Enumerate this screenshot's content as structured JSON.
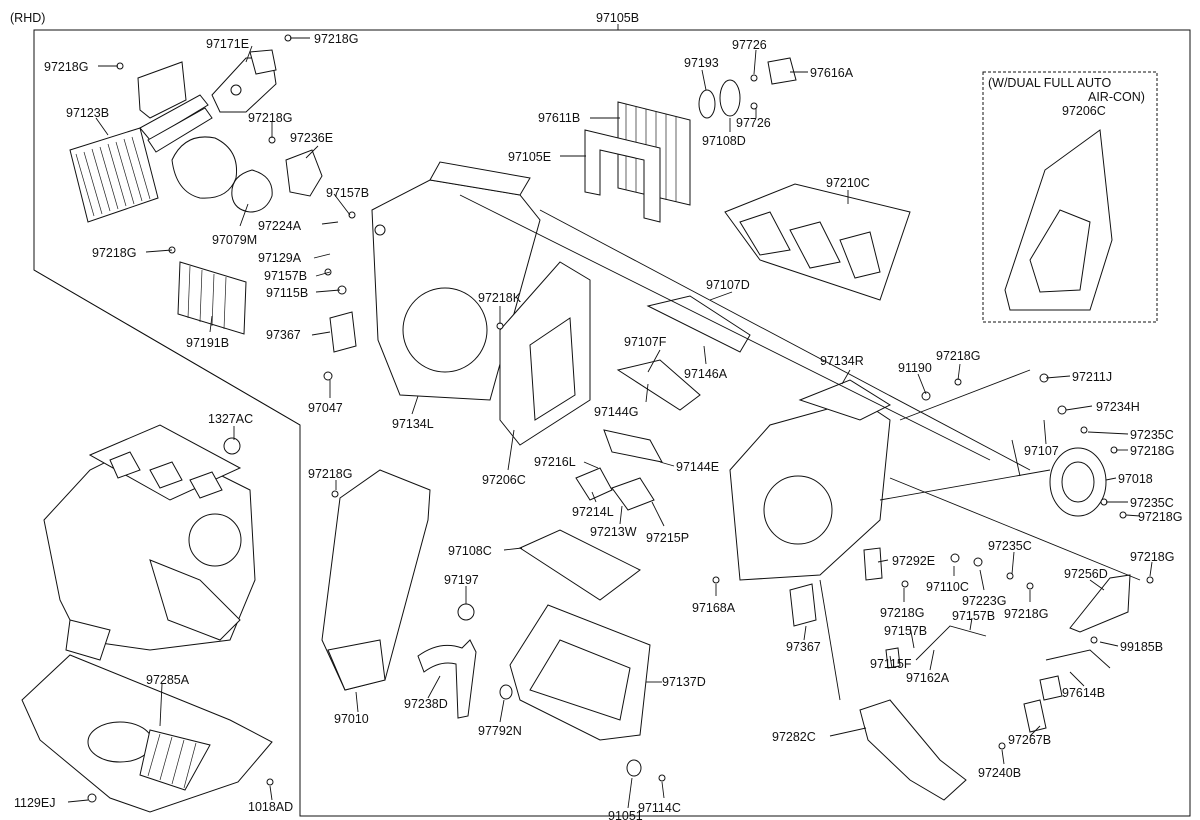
{
  "header": {
    "variant": "(RHD)",
    "assembly": "97105B"
  },
  "inset": {
    "title_line1": "(W/DUAL FULL AUTO",
    "title_line2": "AIR-CON)",
    "part": "97206C"
  },
  "labels": [
    "97171E",
    "97218G",
    "97218G",
    "97123B",
    "97218G",
    "97236E",
    "97157B",
    "97224A",
    "97079M",
    "97218G",
    "97129A",
    "97157B",
    "97115B",
    "97191B",
    "97367",
    "97047",
    "97134L",
    "97193",
    "97726",
    "97616A",
    "97611B",
    "97726",
    "97108D",
    "97105E",
    "97210C",
    "97218K",
    "97107D",
    "97107F",
    "97146A",
    "97144G",
    "97134R",
    "91190",
    "97218G",
    "97211J",
    "97234H",
    "97235C",
    "97218G",
    "97107",
    "97018",
    "97235C",
    "97218G",
    "97206C",
    "97216L",
    "97144E",
    "97214L",
    "97213W",
    "97215P",
    "1327AC",
    "97218G",
    "97108C",
    "97197",
    "97168A",
    "97292E",
    "97110C",
    "97235C",
    "97223G",
    "97218G",
    "97218G",
    "97256D",
    "97218G",
    "97157B",
    "97157B",
    "97367",
    "99185B",
    "97162A",
    "97115F",
    "97614B",
    "97010",
    "97238D",
    "97792N",
    "97137D",
    "97282C",
    "97267B",
    "91051",
    "97114C",
    "97240B",
    "97285A",
    "1129EJ",
    "1018AD"
  ]
}
